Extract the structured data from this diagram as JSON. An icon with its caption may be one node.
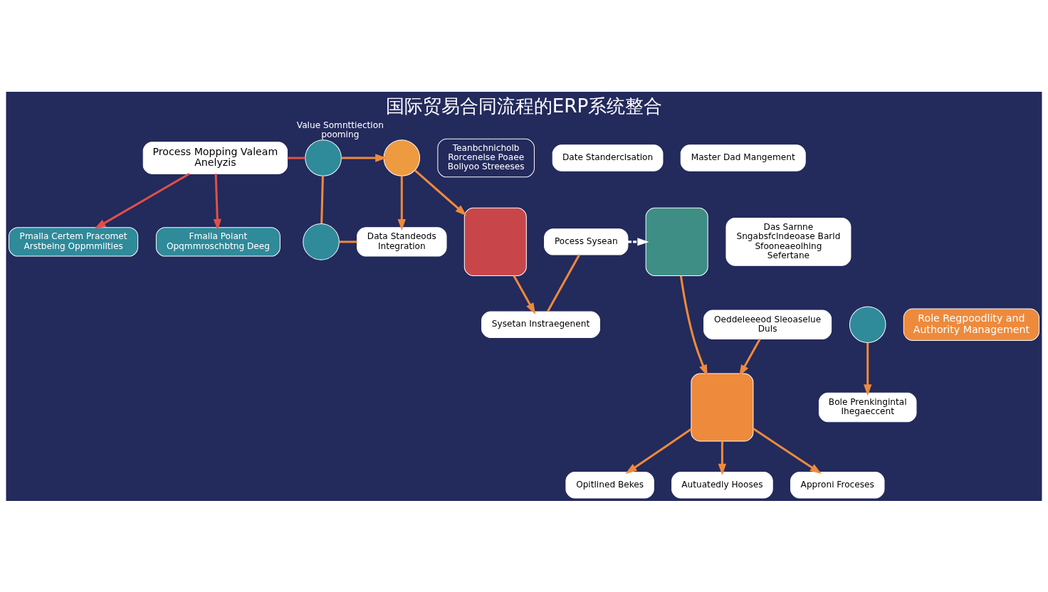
{
  "diagram": {
    "title": "国际贸易合同流程的ERP系统整合",
    "nodes": [
      {
        "text": [
          "Process Mopping Valeam Anelyzis"
        ]
      },
      {
        "text": [
          "Pmalla Certem Pracomet Arstbeing Oppmmilties"
        ]
      },
      {
        "text": [
          "Fmalla Poiant Opqmmroschbtng Deeg"
        ]
      },
      {
        "text": [
          "Teanbchnicholb Rorcenelse Poaee Bollyoo Streeeses"
        ]
      },
      {
        "text": [],
        "shape": "circle"
      },
      {
        "text": [],
        "shape": "circle",
        "beside": [
          "Value Somnttiection pooming"
        ]
      },
      {
        "text": [
          "Date Standerclsation"
        ]
      },
      {
        "text": [],
        "shape": "box"
      },
      {
        "text": [
          "Data Standeods Integration"
        ]
      },
      {
        "text": [
          "Sysetan Instraegenent"
        ]
      },
      {
        "text": [
          "Pocess Sysean"
        ]
      },
      {
        "text": [
          "Master Dad Mangement"
        ]
      },
      {
        "text": [],
        "shape": "box"
      },
      {
        "text": [
          "Das Sarnne Sngabsfclndeoase Barld Sfooneaeolhing Sefertane"
        ]
      },
      {
        "text": [
          "Oeddeleeeod Sleoaselue Duls"
        ]
      },
      {
        "text": [],
        "shape": "box"
      },
      {
        "text": [
          "Opitlined Bekes"
        ]
      },
      {
        "text": [
          "Autuatedly Hooses"
        ]
      },
      {
        "text": [
          "Approni Froceses"
        ]
      },
      {
        "text": [],
        "shape": "circle"
      },
      {
        "text": [
          "Bole Prenkingintal Ihegaeccent"
        ]
      },
      {
        "text": [
          "Role Regpoodlity and Authority Management"
        ]
      },
      {
        "text": [],
        "shape": "circle"
      }
    ],
    "edges": [
      {
        "from": 0,
        "to": 1,
        "arrow": "to",
        "color": "#e0504a"
      },
      {
        "from": 0,
        "to": 2,
        "arrow": "to",
        "color": "#e0504a"
      },
      {
        "from": 0,
        "to": 4,
        "arrow": "none",
        "color": "#e0504a"
      },
      {
        "from": 4,
        "to": 5,
        "arrow": "to"
      },
      {
        "from": 5,
        "to": 7,
        "arrow": "to"
      },
      {
        "from": 5,
        "to": 8,
        "arrow": "to"
      },
      {
        "from": 4,
        "to": 22,
        "arrow": "none"
      },
      {
        "from": 22,
        "to": 8,
        "arrow": "none"
      },
      {
        "from": 7,
        "to": 9,
        "arrow": "to"
      },
      {
        "from": 10,
        "to": 9,
        "arrow": "none"
      },
      {
        "from": 10,
        "to": 12,
        "arrow": "to",
        "style": "dashed",
        "color": "#ffffff"
      },
      {
        "from": 12,
        "to": 15,
        "arrow": "to"
      },
      {
        "from": 14,
        "to": 15,
        "arrow": "to"
      },
      {
        "from": 15,
        "to": 16,
        "arrow": "to"
      },
      {
        "from": 15,
        "to": 17,
        "arrow": "to"
      },
      {
        "from": 15,
        "to": 18,
        "arrow": "to"
      },
      {
        "from": 19,
        "to": 20,
        "arrow": "to"
      }
    ]
  }
}
